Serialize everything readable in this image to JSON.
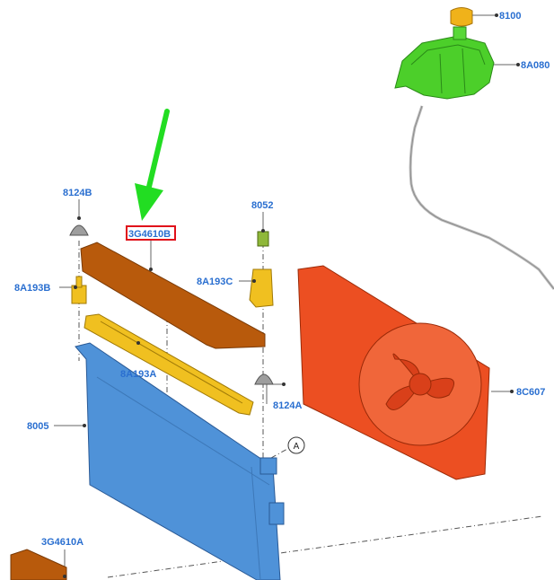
{
  "labels": {
    "cap": "8100",
    "reservoir": "8A080",
    "bracket_left_top": "8124B",
    "bracket_left_lower": "8A193B",
    "seal_highlighted": "3G4610B",
    "bracket_right_top": "8052",
    "bracket_right_lower": "8A193C",
    "support_bar": "8A193A",
    "mount_right": "8124A",
    "radiator": "8005",
    "fan_shroud": "8C607",
    "seal_bottom": "3G4610A",
    "callout_a": "A"
  },
  "colors": {
    "callout_text": "#2a6fd0",
    "highlight_box": "#e0101a",
    "arrow": "#22dd22",
    "reservoir": "#4ccf2a",
    "cap": "#f0b21a",
    "seal": "#b85a0c",
    "bracket": "#f0c020",
    "radiator": "#4f92d8",
    "fan": "#ec4f22"
  },
  "icons": {
    "arrow": "pointer-arrow-icon"
  }
}
